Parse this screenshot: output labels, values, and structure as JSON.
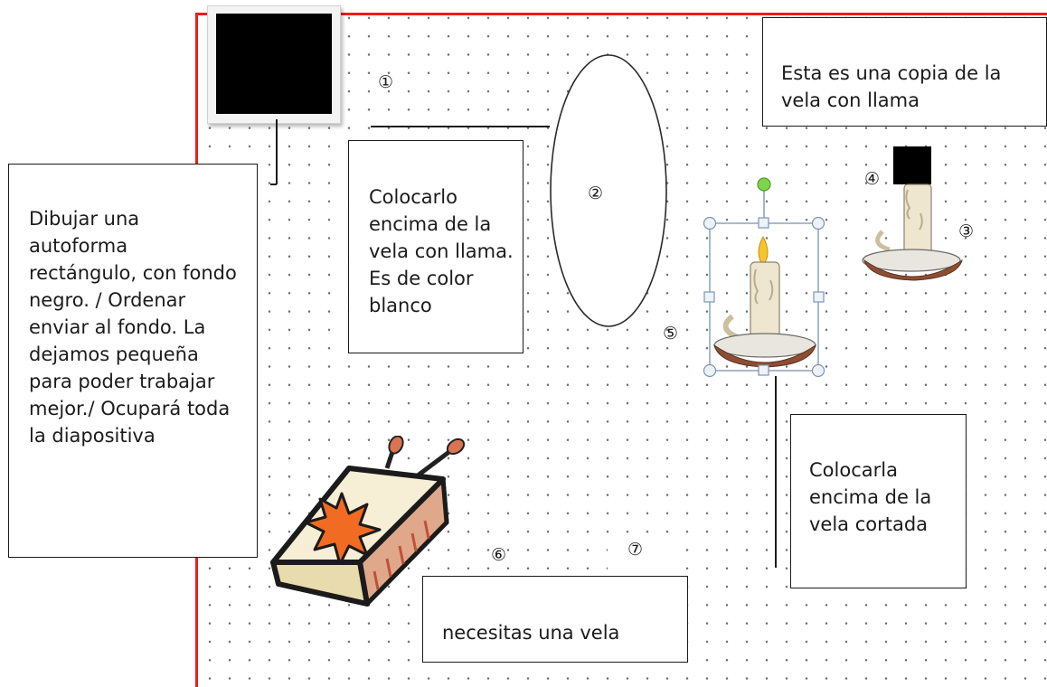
{
  "slide": {
    "accent_border_color": "#ee1c1c",
    "grid": true
  },
  "labels": {
    "step1": "①",
    "step2": "②",
    "step3": "③",
    "step4": "④",
    "step5": "⑤",
    "step6": "⑥",
    "step7": "⑦"
  },
  "callouts": {
    "rectangle_instructions": "Dibujar una autoforma rectángulo,  con fondo negro. / Ordenar enviar al fondo. La dejamos pequeña para poder trabajar mejor./ Ocupará toda la diapositiva",
    "ellipse_instructions": "Colocarlo encima de la vela con llama. Es de color blanco",
    "copy_note": "Esta es una copia de la vela con llama",
    "place_on_cut_candle": "Colocarla encima de la vela cortada",
    "need_candle": "necesitas una vela"
  },
  "shapes": {
    "black_rectangle_color": "#000000",
    "ellipse_fill": "#ffffff",
    "icons": [
      "candle-with-flame",
      "candle-cut",
      "matchbox"
    ]
  }
}
